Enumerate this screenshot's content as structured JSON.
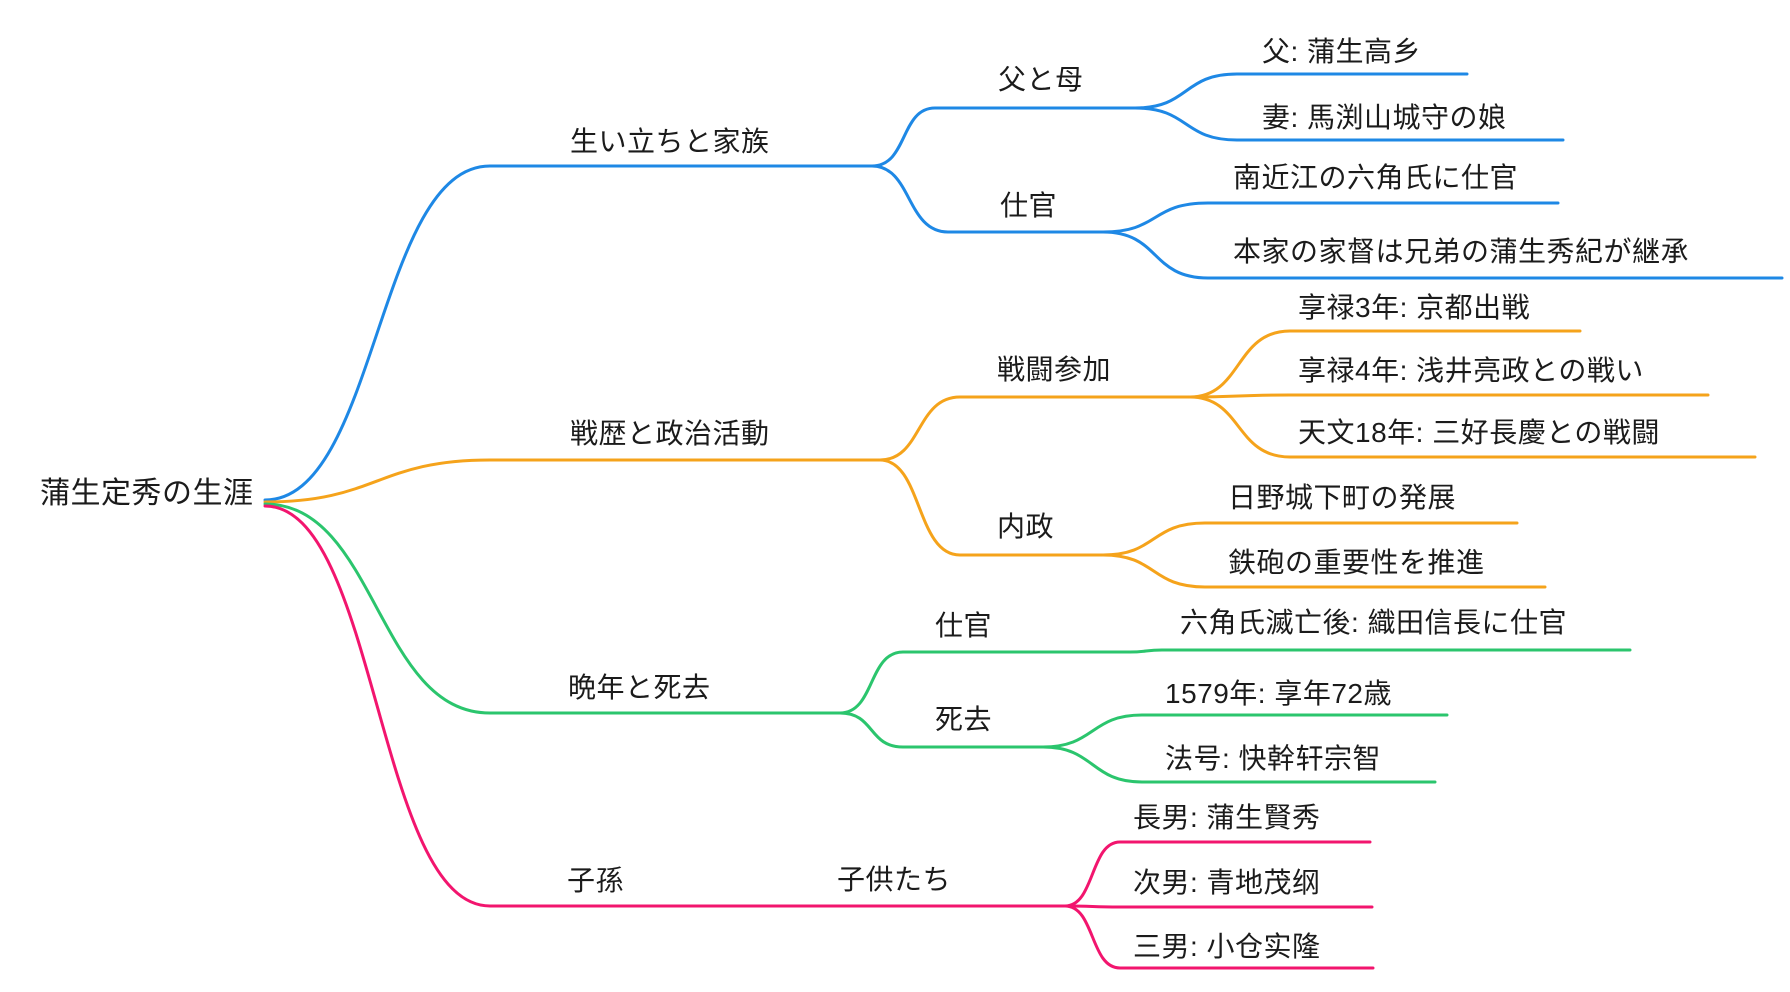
{
  "colors": {
    "blue": "#1E88E5",
    "orange": "#F5A31B",
    "green": "#2BC56D",
    "pink": "#F2156E",
    "text": "#1b1b1b"
  },
  "tree": {
    "label": "蒲生定秀の生涯",
    "children": [
      {
        "label": "生い立ちと家族",
        "color": "#1E88E5",
        "children": [
          {
            "label": "父と母",
            "children": [
              {
                "label": "父: 蒲生高乡"
              },
              {
                "label": "妻: 馬渕山城守の娘"
              }
            ]
          },
          {
            "label": "仕官",
            "children": [
              {
                "label": "南近江の六角氏に仕官"
              },
              {
                "label": "本家の家督は兄弟の蒲生秀紀が継承"
              }
            ]
          }
        ]
      },
      {
        "label": "戦歴と政治活動",
        "color": "#F5A31B",
        "children": [
          {
            "label": "戦闘参加",
            "children": [
              {
                "label": "享禄3年: 京都出戦"
              },
              {
                "label": "享禄4年: 浅井亮政との戦い"
              },
              {
                "label": "天文18年: 三好長慶との戦闘"
              }
            ]
          },
          {
            "label": "内政",
            "children": [
              {
                "label": "日野城下町の発展"
              },
              {
                "label": "鉄砲の重要性を推進"
              }
            ]
          }
        ]
      },
      {
        "label": "晩年と死去",
        "color": "#2BC56D",
        "children": [
          {
            "label": "仕官",
            "children": [
              {
                "label": "六角氏滅亡後: 織田信長に仕官"
              }
            ]
          },
          {
            "label": "死去",
            "children": [
              {
                "label": "1579年: 享年72歳"
              },
              {
                "label": "法号: 快幹轩宗智"
              }
            ]
          }
        ]
      },
      {
        "label": "子孫",
        "color": "#F2156E",
        "children": [
          {
            "label": "子供たち",
            "children": [
              {
                "label": "長男: 蒲生賢秀"
              },
              {
                "label": "次男: 青地茂纲"
              },
              {
                "label": "三男: 小仓实隆"
              }
            ]
          }
        ]
      }
    ]
  }
}
